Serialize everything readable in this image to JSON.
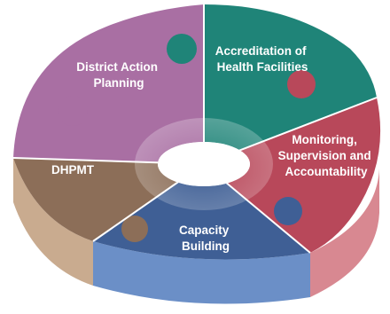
{
  "diagram": {
    "segments": [
      {
        "id": "accreditation",
        "lines": [
          "Accreditation of",
          "Health Facilities"
        ]
      },
      {
        "id": "monitoring",
        "lines": [
          "Monitoring,",
          "Supervision and",
          "Accountability"
        ]
      },
      {
        "id": "capacity",
        "lines": [
          "Capacity",
          "Building"
        ]
      },
      {
        "id": "dhpmt",
        "lines": [
          "DHPMT"
        ]
      },
      {
        "id": "district-action",
        "lines": [
          "District Action",
          "Planning"
        ]
      }
    ],
    "colors": {
      "accreditation": "#1f8478",
      "monitoring": "#b8485a",
      "capacity": "#3f5f95",
      "dhpmt": "#8c6e58",
      "district-action": "#a96fa3",
      "outline": "#ffffff"
    }
  }
}
